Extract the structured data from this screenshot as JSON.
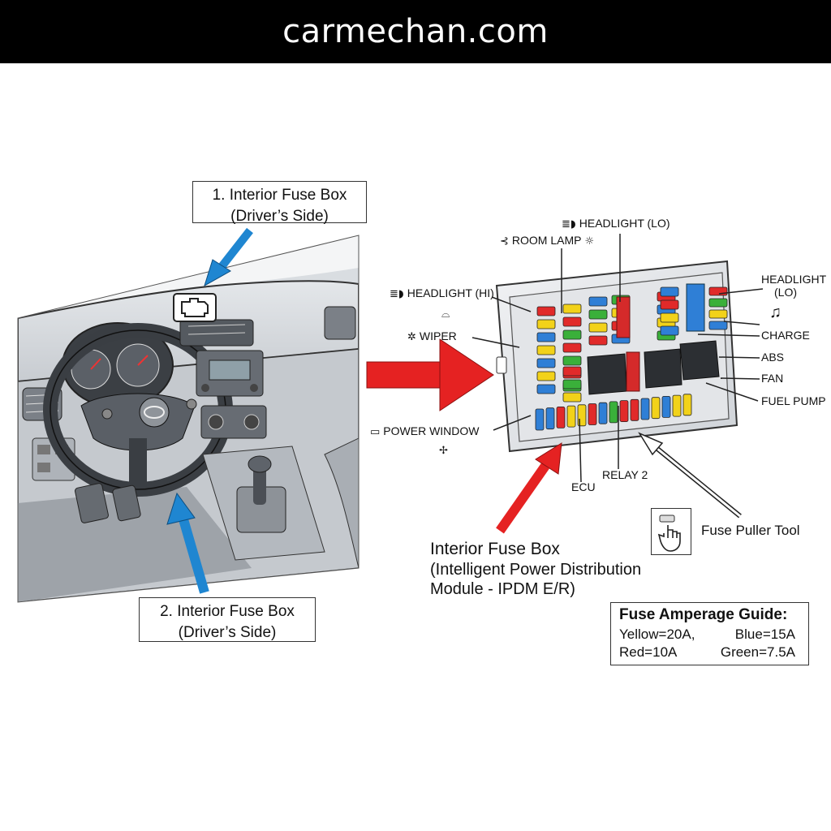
{
  "header": {
    "title": "carmechan.com"
  },
  "callouts": {
    "box1": {
      "line1": "1. Interior Fuse Box",
      "line2": "(Driver’s Side)"
    },
    "box2": {
      "line1": "2. Interior Fuse Box",
      "line2": "(Driver’s Side)"
    }
  },
  "fuse_labels": {
    "headlight_lo_top": "HEADLIGHT (LO)",
    "room_lamp": "ROOM LAMP",
    "headlight_hi": "HEADLIGHT (HI)",
    "wiper": "WIPER",
    "power_window": "POWER WINDOW",
    "ecu": "ECU",
    "relay2": "RELAY 2",
    "headlight_lo_right_1": "HEADLIGHT",
    "headlight_lo_right_2": "(LO)",
    "charge": "CHARGE",
    "abs": "ABS",
    "fan": "FAN",
    "fuel_pump": "FUEL PUMP"
  },
  "icons": {
    "headlight": "headlight-icon",
    "room_lamp": "room-lamp-icon",
    "wiper": "wiper-icon",
    "battery": "battery-icon",
    "fan": "fan-icon",
    "music": "music-note-icon",
    "check_engine": "check-engine-icon",
    "hand": "hand-pointer-icon"
  },
  "ipdm": {
    "title": "Interior Fuse Box",
    "line2": "(Intelligent Power Distribution",
    "line3": "Module - IPDM E/R)"
  },
  "puller": {
    "label": "Fuse Puller Tool"
  },
  "guide": {
    "title": "Fuse Amperage Guide:",
    "yellow": "Yellow=20A,",
    "blue": "Blue=15A",
    "red": "Red=10A",
    "green": "Green=7.5A"
  },
  "colors": {
    "fuse_yellow": "#f2d21a",
    "fuse_blue": "#2f7fd6",
    "fuse_red": "#e12a2a",
    "fuse_green": "#3ab03a",
    "arrow_blue": "#1f86d1",
    "arrow_red": "#e52222"
  }
}
